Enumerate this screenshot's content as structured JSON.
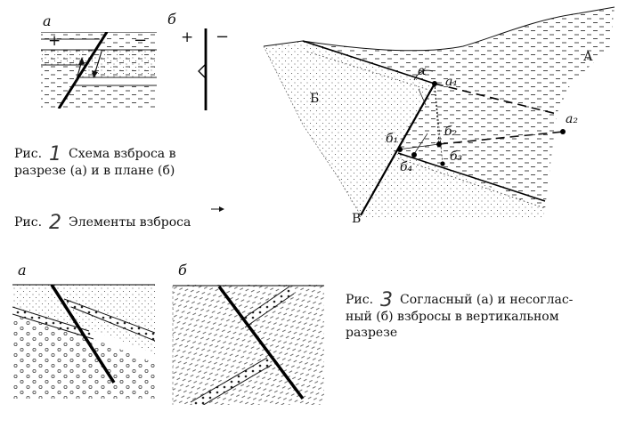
{
  "figure1": {
    "panel_a": "а",
    "panel_b": "б",
    "plus": "+",
    "minus": "−",
    "plus_b": "+",
    "minus_b": "−",
    "caption": {
      "label": "Рис.",
      "number": "1",
      "line1": "Схема взброса в",
      "line2": "разрезе (а) и в плане (б)"
    }
  },
  "figure2": {
    "labels": {
      "A": "А",
      "B": "Б",
      "V": "В",
      "alpha": "α",
      "a1": "а₁",
      "a2": "а₂",
      "b1": "б₁",
      "b2": "б₂",
      "b3": "б₃",
      "b4": "б₄"
    },
    "caption": {
      "label": "Рис.",
      "number": "2",
      "text": "Элементы взброса"
    }
  },
  "figure3": {
    "panel_a": "а",
    "panel_b": "б",
    "caption": {
      "label": "Рис.",
      "number": "3",
      "line1": "Согласный (а) и несоглас-",
      "line2": "ный (б) взбросы в вертикальном",
      "line3": "разрезе"
    }
  }
}
